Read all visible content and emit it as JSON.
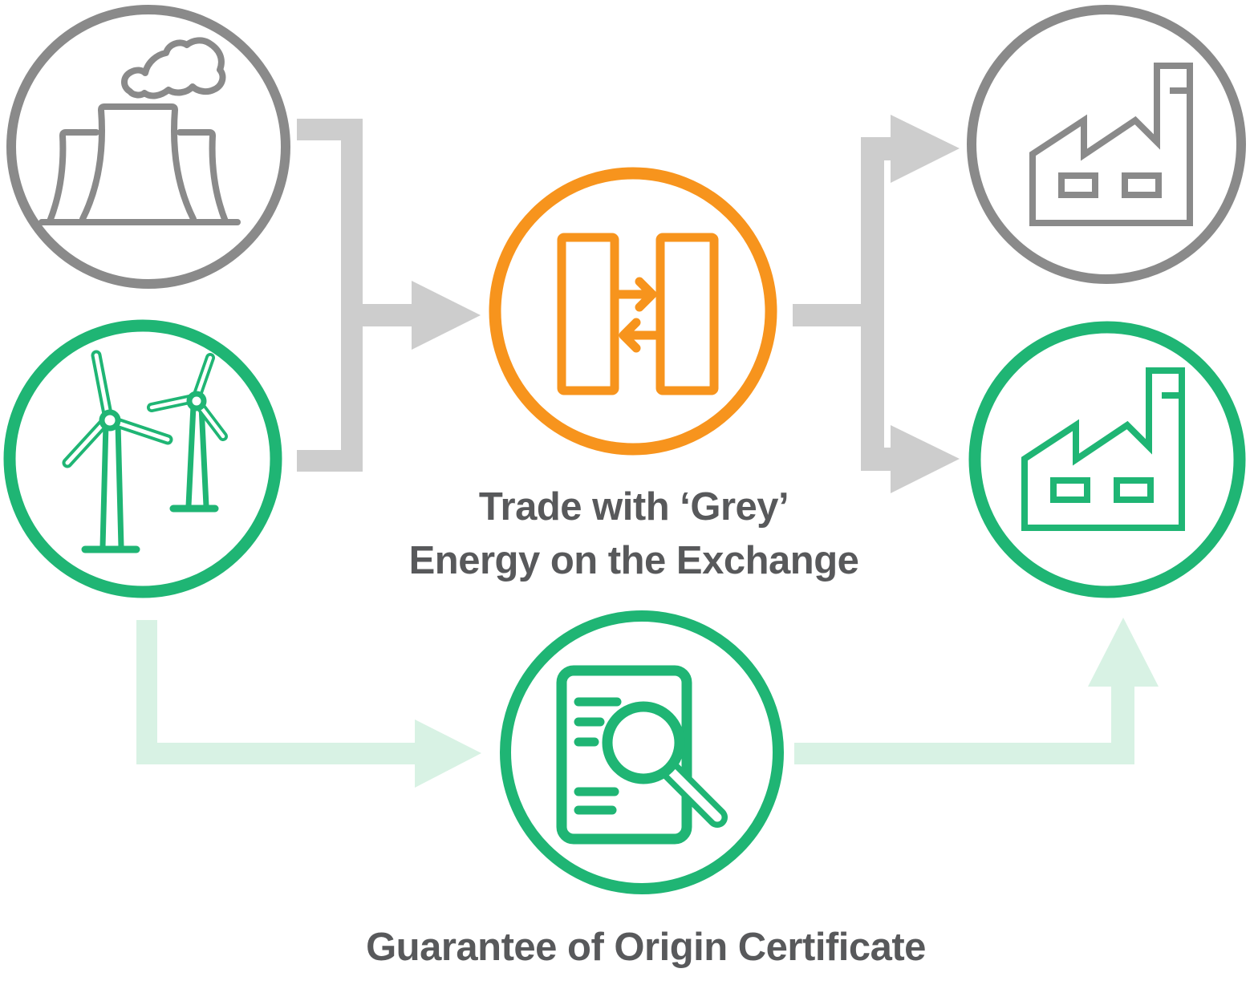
{
  "diagram": {
    "type": "flow-infographic",
    "labels": {
      "exchange_line1": "Trade with ‘Grey’",
      "exchange_line2": "Energy on the Exchange",
      "certificate": "Guarantee of Origin Certificate"
    },
    "colors": {
      "background": "#ffffff",
      "gray_ring": "#8a8a8a",
      "gray_icon": "#8a8a8a",
      "arrow_gray": "#cdcdcd",
      "green": "#1fb574",
      "arrow_light_green": "#d8f2e4",
      "orange": "#f7941d",
      "text": "#58595b",
      "white": "#ffffff"
    },
    "nodes": [
      {
        "id": "power-plant",
        "icon": "power-plant-icon",
        "ring": "gray"
      },
      {
        "id": "wind-turbines",
        "icon": "wind-turbines-icon",
        "ring": "green"
      },
      {
        "id": "exchange",
        "icon": "exchange-trade-icon",
        "ring": "orange",
        "label": "Trade with ‘Grey’ Energy on the Exchange"
      },
      {
        "id": "factory-grey",
        "icon": "factory-icon",
        "ring": "gray"
      },
      {
        "id": "factory-green",
        "icon": "factory-icon",
        "ring": "green"
      },
      {
        "id": "certificate",
        "icon": "certificate-magnifier-icon",
        "ring": "green",
        "label": "Guarantee of Origin Certificate"
      }
    ],
    "connections": [
      {
        "from": [
          "power-plant",
          "wind-turbines"
        ],
        "to": "exchange",
        "style": "gray-arrow"
      },
      {
        "from": [
          "exchange"
        ],
        "to": [
          "factory-grey",
          "factory-green"
        ],
        "style": "gray-arrow"
      },
      {
        "from": [
          "wind-turbines"
        ],
        "to": "certificate",
        "style": "light-green-arrow"
      },
      {
        "from": [
          "certificate"
        ],
        "to": "factory-green",
        "style": "light-green-arrow"
      }
    ]
  }
}
